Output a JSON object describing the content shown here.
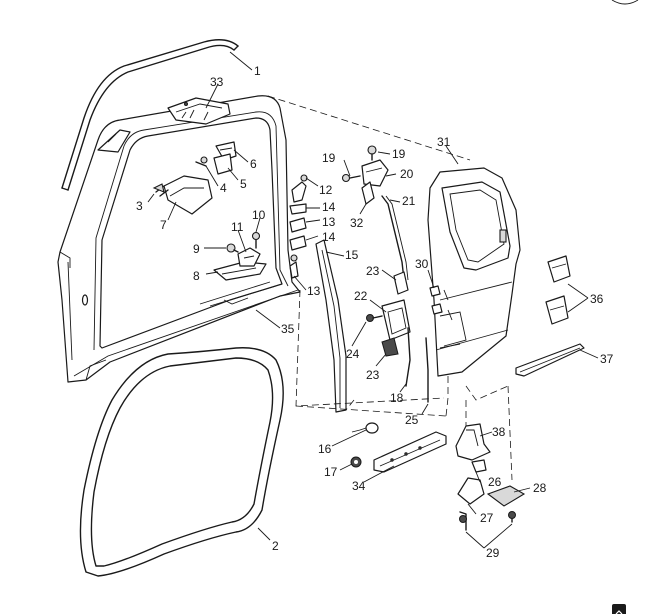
{
  "diagram": {
    "callouts": [
      {
        "id": "c1",
        "text": "1"
      },
      {
        "id": "c2",
        "text": "2"
      },
      {
        "id": "c3",
        "text": "3"
      },
      {
        "id": "c4",
        "text": "4"
      },
      {
        "id": "c5",
        "text": "5"
      },
      {
        "id": "c6",
        "text": "6"
      },
      {
        "id": "c7",
        "text": "7"
      },
      {
        "id": "c8",
        "text": "8"
      },
      {
        "id": "c9",
        "text": "9"
      },
      {
        "id": "c10",
        "text": "10"
      },
      {
        "id": "c11",
        "text": "11"
      },
      {
        "id": "c12",
        "text": "12"
      },
      {
        "id": "c13a",
        "text": "13"
      },
      {
        "id": "c13b",
        "text": "13"
      },
      {
        "id": "c14a",
        "text": "14"
      },
      {
        "id": "c14b",
        "text": "14"
      },
      {
        "id": "c15",
        "text": "15"
      },
      {
        "id": "c16",
        "text": "16"
      },
      {
        "id": "c17",
        "text": "17"
      },
      {
        "id": "c18",
        "text": "18"
      },
      {
        "id": "c19a",
        "text": "19"
      },
      {
        "id": "c19b",
        "text": "19"
      },
      {
        "id": "c20",
        "text": "20"
      },
      {
        "id": "c21",
        "text": "21"
      },
      {
        "id": "c22",
        "text": "22"
      },
      {
        "id": "c23a",
        "text": "23"
      },
      {
        "id": "c23b",
        "text": "23"
      },
      {
        "id": "c24",
        "text": "24"
      },
      {
        "id": "c25",
        "text": "25"
      },
      {
        "id": "c26",
        "text": "26"
      },
      {
        "id": "c27",
        "text": "27"
      },
      {
        "id": "c28",
        "text": "28"
      },
      {
        "id": "c29",
        "text": "29"
      },
      {
        "id": "c30",
        "text": "30"
      },
      {
        "id": "c31",
        "text": "31"
      },
      {
        "id": "c32",
        "text": "32"
      },
      {
        "id": "c33",
        "text": "33"
      },
      {
        "id": "c34",
        "text": "34"
      },
      {
        "id": "c35",
        "text": "35"
      },
      {
        "id": "c36",
        "text": "36"
      },
      {
        "id": "c37",
        "text": "37"
      },
      {
        "id": "c38",
        "text": "38"
      }
    ]
  },
  "ui": {
    "corner_icon": "arrow-icon"
  }
}
